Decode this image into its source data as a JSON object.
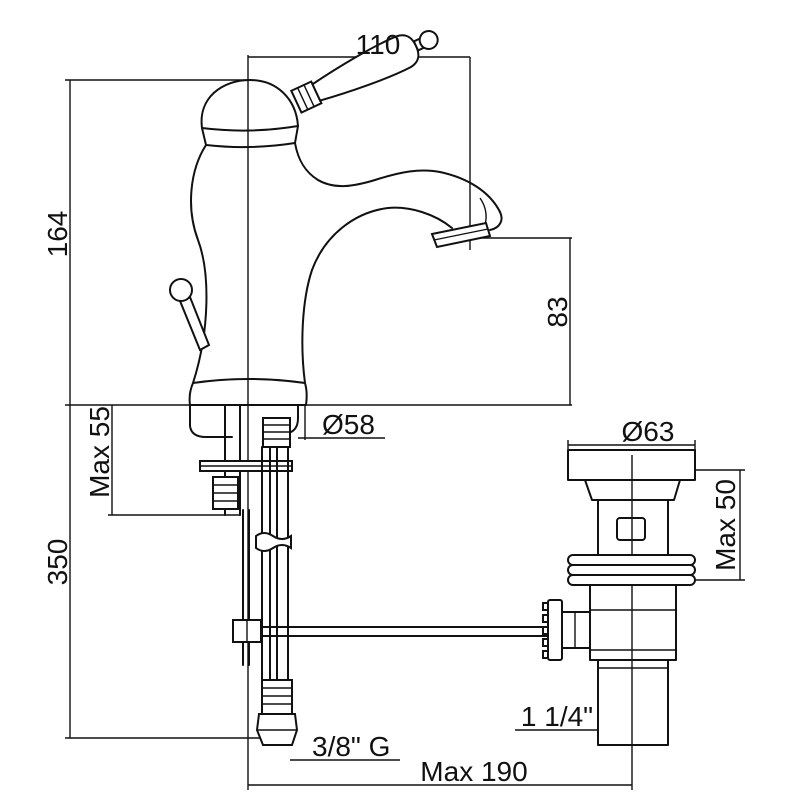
{
  "labels": {
    "spout_reach": "110",
    "overall_height": "164",
    "spout_height": "83",
    "base_diameter": "Ø58",
    "max_deck_thickness": "Max 55",
    "hose_length": "350",
    "waste_flange_diameter": "Ø63",
    "waste_max_thickness": "Max 50",
    "waste_thread": "1 1/4\"",
    "hose_thread": "3/8\" G",
    "max_waste_distance": "Max 190"
  },
  "colors": {
    "line": "#111111",
    "background": "#ffffff"
  }
}
